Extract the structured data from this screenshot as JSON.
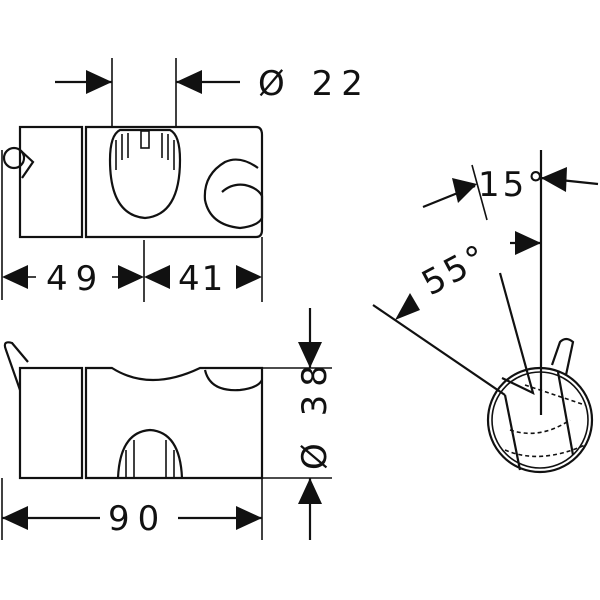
{
  "drawing": {
    "top_view": {
      "bore_diameter": "Ø 22",
      "left_width": "49",
      "right_width": "41"
    },
    "side_view": {
      "total_length": "90",
      "height_diameter": "Ø 38"
    },
    "end_view": {
      "angle_large": "55°",
      "angle_small": "15°"
    },
    "line_color": "#111111"
  }
}
